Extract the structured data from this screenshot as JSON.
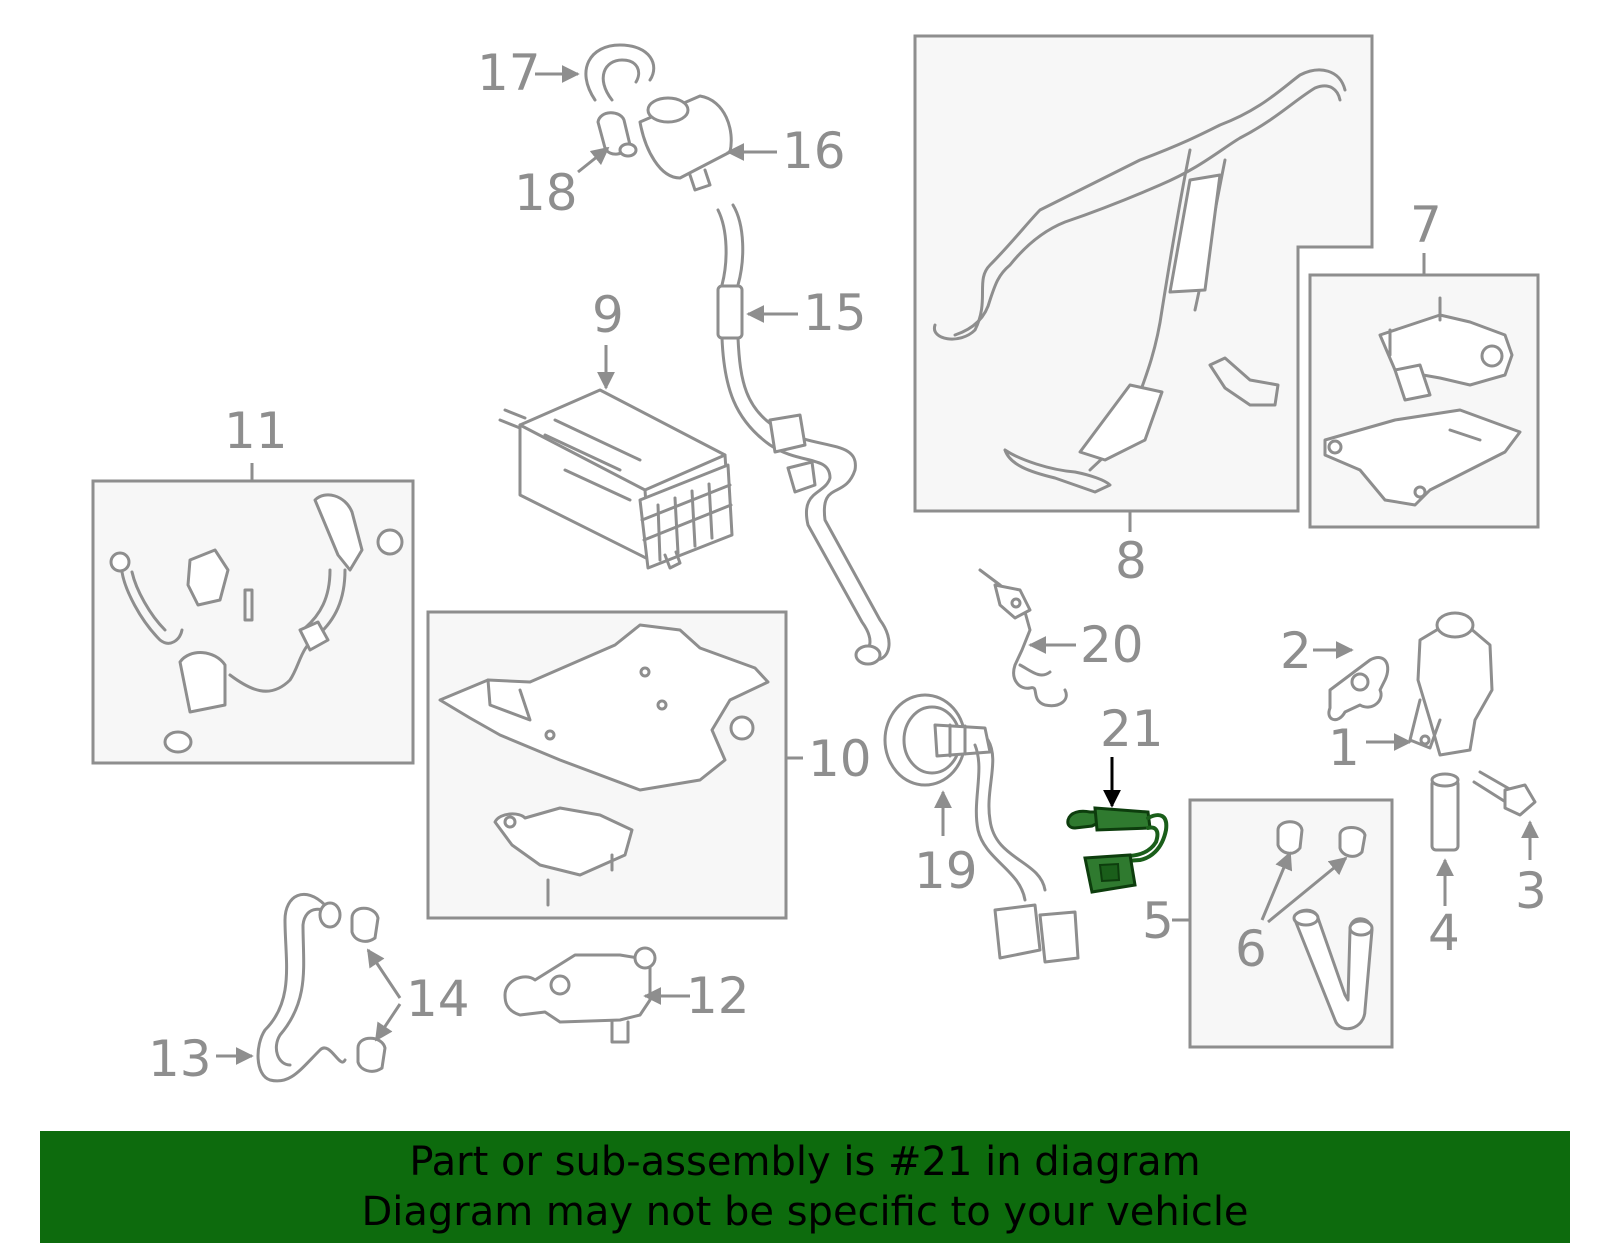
{
  "labels": [
    "1",
    "2",
    "3",
    "4",
    "5",
    "6",
    "7",
    "8",
    "9",
    "10",
    "11",
    "12",
    "13",
    "14",
    "15",
    "16",
    "17",
    "18",
    "19",
    "20",
    "21"
  ],
  "highlighted_part": "21",
  "banner": {
    "line1": "Part or sub-assembly is #21 in diagram",
    "line2": "Diagram may not be specific to your vehicle"
  },
  "colors": {
    "line": "#8e8e8e",
    "highlight_part": "#2f7a2f",
    "banner_bg": "#0d6b0d",
    "banner_text": "#000000"
  }
}
